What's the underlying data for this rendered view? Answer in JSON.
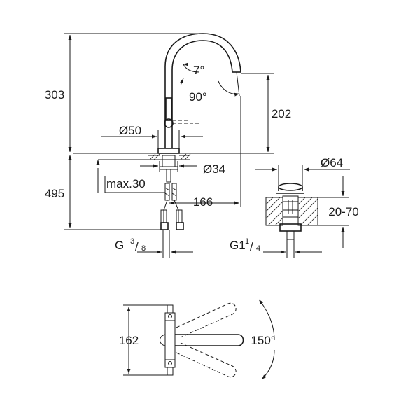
{
  "labels": {
    "height_top": "303",
    "height_bottom": "495",
    "spout_angle": "7°",
    "lever_angle": "90°",
    "spout_height": "202",
    "base_diameter": "Ø50",
    "hole_diameter": "Ø34",
    "max_thickness": "max.30",
    "spout_reach": "166",
    "waste_diameter": "Ø64",
    "waste_range": "20-70",
    "inlet_thread_main": "G",
    "inlet_thread_num": "3",
    "inlet_thread_den": "8",
    "waste_thread_main": "G1",
    "waste_thread_num": "1",
    "waste_thread_den": "4",
    "plan_width": "162",
    "swivel_angle": "150°"
  }
}
